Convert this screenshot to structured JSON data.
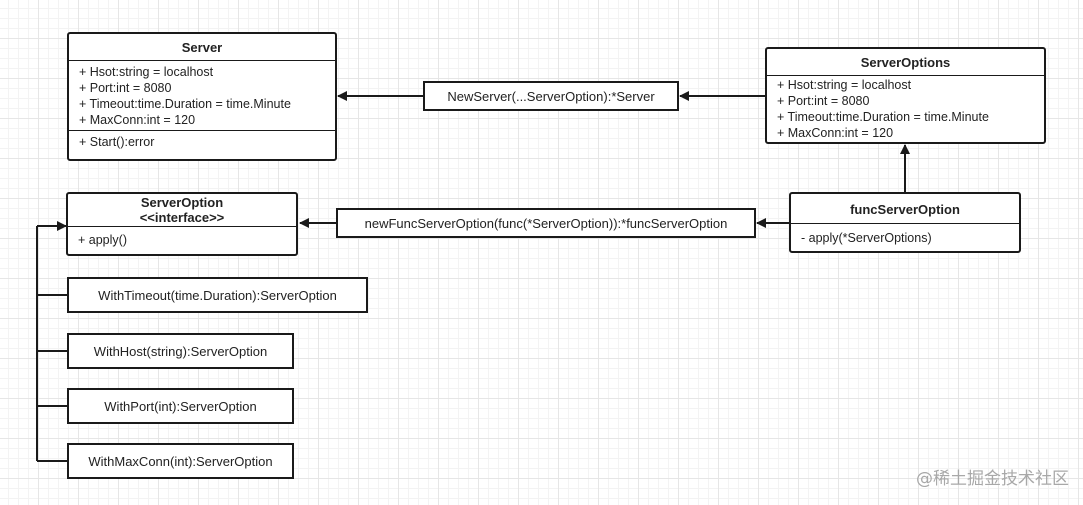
{
  "server": {
    "title": "Server",
    "attributes": [
      "+ Hsot:string = localhost",
      "+ Port:int = 8080",
      "+ Timeout:time.Duration = time.Minute",
      "+ MaxConn:int = 120"
    ],
    "operations": [
      "+ Start():error"
    ]
  },
  "server_options": {
    "title": "ServerOptions",
    "attributes": [
      "+ Hsot:string = localhost",
      "+ Port:int = 8080",
      "+ Timeout:time.Duration = time.Minute",
      "+ MaxConn:int = 120"
    ]
  },
  "new_server_label": "NewServer(...ServerOption):*Server",
  "server_option": {
    "title": "ServerOption",
    "stereotype": "<<interface>>",
    "operations": [
      "+ apply()"
    ]
  },
  "new_func_label": "newFuncServerOption(func(*ServerOption)):*funcServerOption",
  "func_server_option": {
    "title": "funcServerOption",
    "operations": [
      "- apply(*ServerOptions)"
    ]
  },
  "with_functions": [
    "WithTimeout(time.Duration):ServerOption",
    "WithHost(string):ServerOption",
    "WithPort(int):ServerOption",
    "WithMaxConn(int):ServerOption"
  ],
  "watermark": "@稀土掘金技术社区"
}
